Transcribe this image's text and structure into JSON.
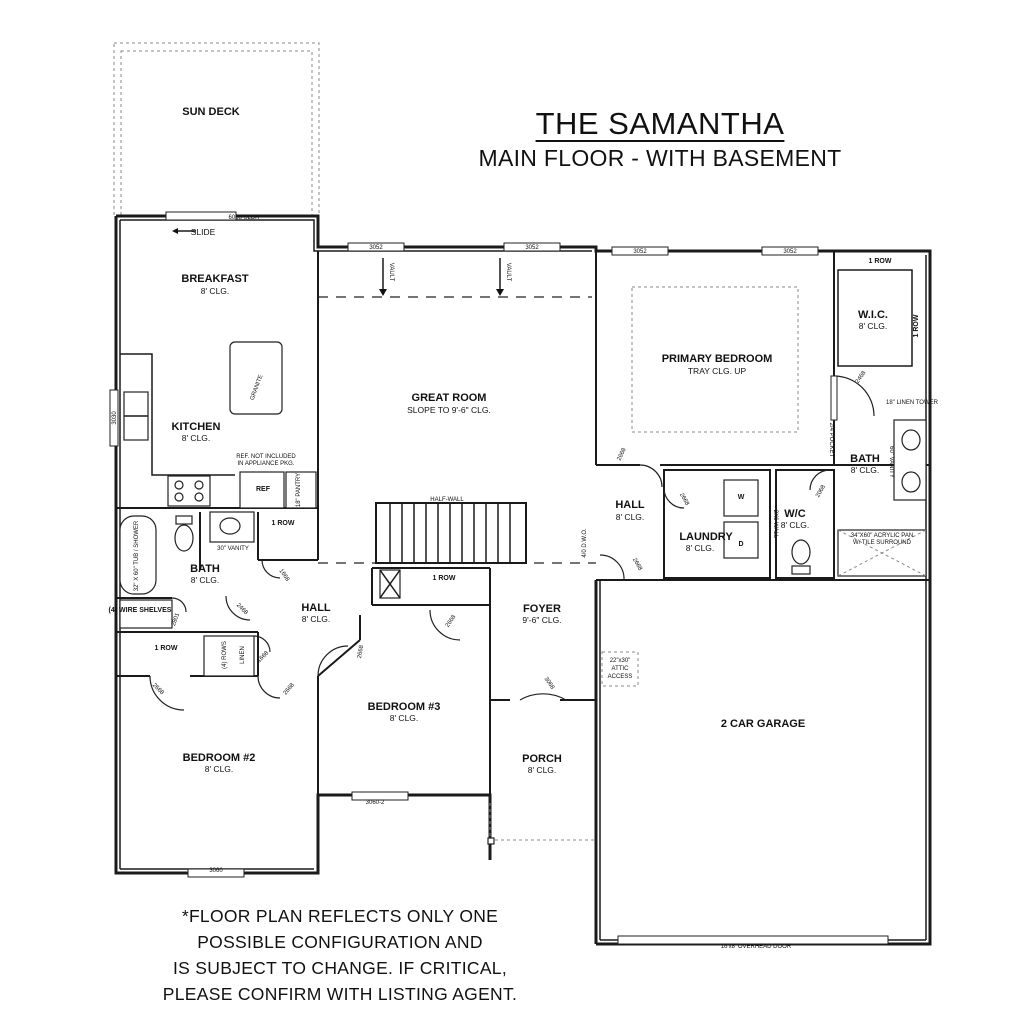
{
  "title": "THE SAMANTHA",
  "subtitle": "MAIN FLOOR - WITH BASEMENT",
  "disclaimer": [
    "*FLOOR PLAN REFLECTS ONLY ONE",
    "POSSIBLE CONFIGURATION AND",
    "IS SUBJECT TO CHANGE. IF CRITICAL,",
    "PLEASE CONFIRM WITH LISTING AGENT."
  ],
  "rooms": {
    "sun_deck": {
      "name": "SUN DECK"
    },
    "breakfast": {
      "name": "BREAKFAST",
      "ceiling": "8' CLG."
    },
    "kitchen": {
      "name": "KITCHEN",
      "ceiling": "8' CLG."
    },
    "great_room": {
      "name": "GREAT ROOM",
      "ceiling": "SLOPE TO 9'-6\" CLG."
    },
    "primary_bedroom": {
      "name": "PRIMARY BEDROOM",
      "ceiling": "TRAY CLG. UP"
    },
    "wic": {
      "name": "W.I.C.",
      "ceiling": "8' CLG."
    },
    "primary_bath": {
      "name": "BATH",
      "ceiling": "8' CLG."
    },
    "hall_right": {
      "name": "HALL",
      "ceiling": "8' CLG."
    },
    "laundry": {
      "name": "LAUNDRY",
      "ceiling": "8' CLG."
    },
    "wc": {
      "name": "W/C",
      "ceiling": "8' CLG."
    },
    "bath": {
      "name": "BATH",
      "ceiling": "8' CLG."
    },
    "hall_left": {
      "name": "HALL",
      "ceiling": "8' CLG."
    },
    "foyer": {
      "name": "FOYER",
      "ceiling": "9'-6\" CLG."
    },
    "bedroom3": {
      "name": "BEDROOM #3",
      "ceiling": "8' CLG."
    },
    "bedroom2": {
      "name": "BEDROOM #2",
      "ceiling": "8' CLG."
    },
    "porch": {
      "name": "PORCH",
      "ceiling": "8' CLG."
    },
    "garage": {
      "name": "2 CAR GARAGE"
    }
  },
  "labels": {
    "slider": "6068 SLDR",
    "slide": "SLIDE",
    "vault": "VAULT",
    "win_3052": "3052",
    "win_3030": "3030",
    "win_3060": "3060",
    "win_3060_2": "3060-2",
    "granite": "GRANITE",
    "ref_note_1": "REF. NOT INCLUDED",
    "ref_note_2": "IN APPLIANCE PKG.",
    "ref": "REF",
    "pantry": "18\" PANTRY",
    "half_wall": "HALF-WALL",
    "one_row": "1 ROW",
    "tub_shower": "32\" X 60\" TUB / SHOWER",
    "vanity_30": "30\" VANITY",
    "wire_shelves": "(4) WIRE SHELVES",
    "four_rows": "(4) ROWS",
    "linen": "LINEN",
    "linen_tower": "18\" LINEN TOWER",
    "vanity_60": "60\" VANITY",
    "pocket": "2/4 POCKET",
    "wall_2x6": "2X6 WALL",
    "acrylic_pan": "34\"X60\" ACRYLIC PAN",
    "tile_surround": "W/ TILE SURROUND",
    "dwo": "4/0 D.W.O.",
    "attic_1": "22\"x30\"",
    "attic_2": "ATTIC",
    "attic_3": "ACCESS",
    "overhead_door": "16'x8' OVERHEAD DOOR",
    "d_2668": "2668",
    "d_2468": "2468",
    "d_3068": "3068",
    "d_2068": "2068",
    "d_1668": "1668",
    "d_2801": "2801",
    "washer": "W",
    "dryer": "D"
  }
}
